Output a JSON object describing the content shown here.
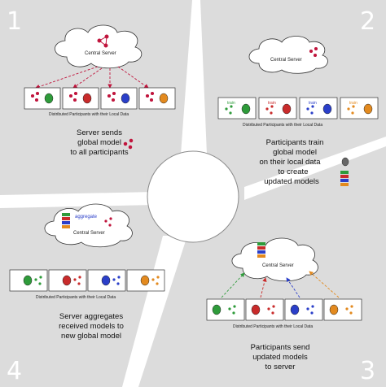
{
  "colors": {
    "quadrant_bg": "#dcdcdc",
    "divider": "#ffffff",
    "global_model": "#c0143c",
    "participants": [
      "#2e9b3a",
      "#c92b2b",
      "#2b3fc9",
      "#e38a1f"
    ]
  },
  "quadrants": [
    {
      "number": "1",
      "cloud_label": "Central Server",
      "strip_label": "Distributed Participants with their Local Data",
      "caption": [
        "Server sends",
        "global model",
        "to all participants"
      ]
    },
    {
      "number": "2",
      "cloud_label": "Central Server",
      "strip_label": "Distributed Participants with their Local Data",
      "caption": [
        "Participants train",
        "global model",
        "on their local data",
        "to create",
        "updated models"
      ],
      "train_label": "train"
    },
    {
      "number": "3",
      "cloud_label": "Central Server",
      "strip_label": "Distributed Participants with their Local Data",
      "caption": [
        "Participants send",
        "updated models",
        "to server"
      ]
    },
    {
      "number": "4",
      "cloud_label": "Central Server",
      "strip_label": "Distributed Participants with their Local Data",
      "caption": [
        "Server aggregates",
        "received models to",
        "new global model"
      ],
      "aggregate_label": "aggregate"
    }
  ]
}
